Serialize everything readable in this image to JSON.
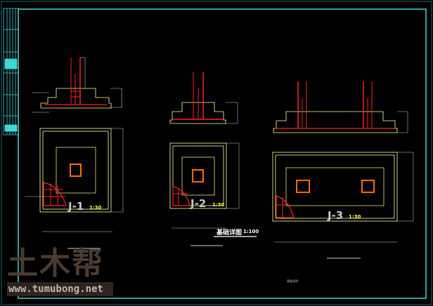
{
  "drawing": {
    "title": "基础详图",
    "title_scale": "1:100",
    "details": [
      {
        "label": "J-1",
        "scale": "1:30"
      },
      {
        "label": "J-2",
        "scale": "1:30"
      },
      {
        "label": "J-3",
        "scale": "1:30"
      }
    ],
    "note": "基础说明"
  },
  "watermark": {
    "logo": "土木帮",
    "url": "www.tumubong.net"
  },
  "colors": {
    "frame": "#3fd6d6",
    "outline": "#ffff99",
    "rebar": "#ff2020",
    "dim": "#c8c8c8"
  }
}
